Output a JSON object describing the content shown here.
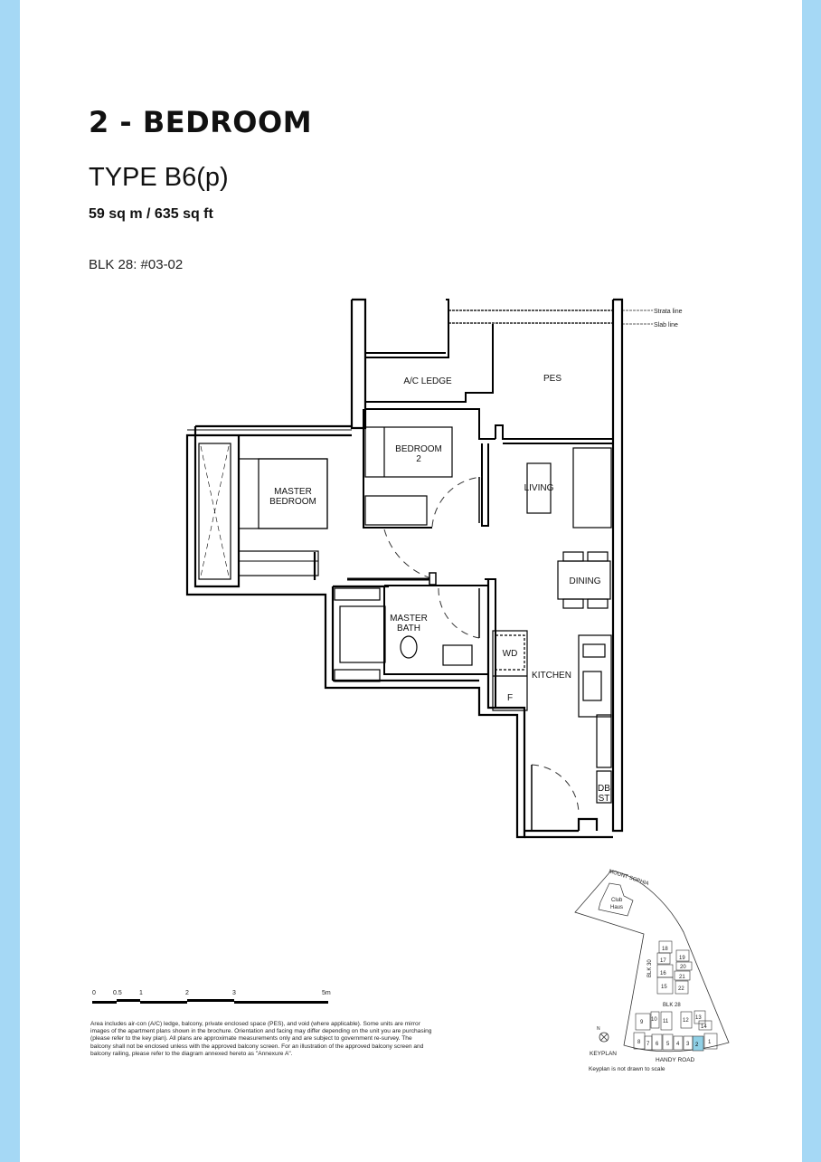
{
  "header": {
    "category": "2 - BEDROOM",
    "type": "TYPE B6(p)",
    "area": "59 sq m / 635 sq ft",
    "unit": "BLK 28: #03-02"
  },
  "floorplan": {
    "rooms": {
      "ac_ledge": "A/C LEDGE",
      "pes": "PES",
      "bedroom2_line1": "BEDROOM",
      "bedroom2_line2": "2",
      "master_line1": "MASTER",
      "master_line2": "BEDROOM",
      "living": "LIVING",
      "dining": "DINING",
      "bath_line1": "MASTER",
      "bath_line2": "BATH",
      "wd": "WD",
      "fridge": "F",
      "kitchen": "KITCHEN",
      "db": "DB",
      "st": "ST"
    },
    "strata_line": "Strata line",
    "slab_line": "Slab line"
  },
  "scale": {
    "ticks": [
      "0",
      "0.5",
      "1",
      "2",
      "3",
      "5m"
    ]
  },
  "disclaimer": "Area includes air-con (A/C) ledge, balcony, private enclosed space (PES), and void (where applicable). Some units are mirror images of the apartment plans shown in the brochure. Orientation and facing may differ depending on the unit you are purchasing (please refer to the key plan). All plans are approximate measurements only and are subject to government re-survey. The balcony shall not be enclosed unless with the approved balcony screen. For an illustration of the approved balcony screen and balcony railing, please refer to the diagram annexed hereto as \"Annexure A\".",
  "keyplan": {
    "road_top": "MOUNT SOPHIA",
    "road_bottom": "HANDY ROAD",
    "club_line1": "Club",
    "club_line2": "Haus",
    "blk30": "BLK 30",
    "blk28": "BLK 28",
    "north": "N",
    "title": "KEYPLAN",
    "note": "Keyplan is not drawn to scale",
    "highlight_unit": "2",
    "highlight_color": "#8fd0e6",
    "units": [
      "1",
      "3",
      "4",
      "5",
      "6",
      "7",
      "8",
      "9",
      "10",
      "11",
      "12",
      "13",
      "14",
      "15",
      "16",
      "17",
      "18",
      "19",
      "20",
      "21",
      "22"
    ]
  },
  "colors": {
    "side_bar": "#a5d8f5"
  }
}
